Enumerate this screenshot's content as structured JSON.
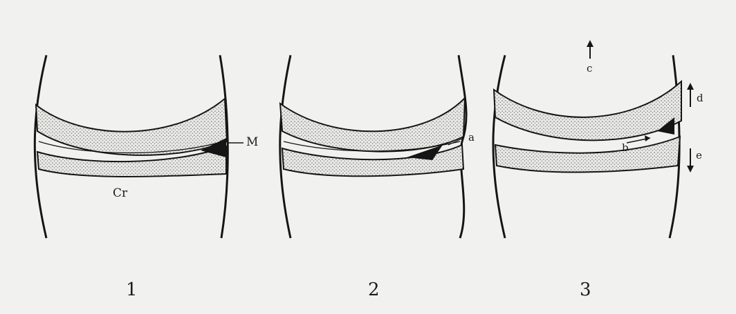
{
  "panels": [
    {
      "number": "1",
      "labels": {
        "meniscus": "M",
        "cartilage": "Cr"
      }
    },
    {
      "number": "2",
      "labels": {
        "a": "a"
      }
    },
    {
      "number": "3",
      "labels": {
        "b": "b",
        "c": "c",
        "d": "d",
        "e": "e"
      }
    }
  ],
  "colors": {
    "background": "#f1f1ef",
    "ink": "#151515",
    "stipple": "#6f6f6f"
  }
}
